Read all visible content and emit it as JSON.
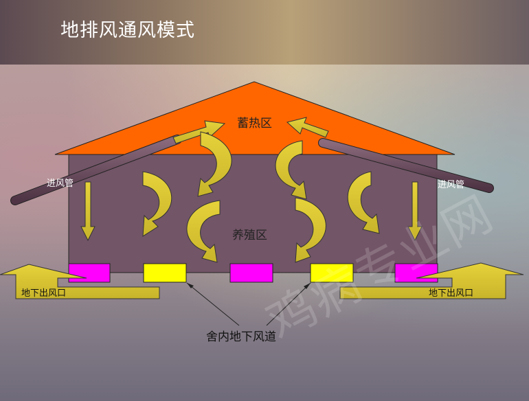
{
  "title": "地排风通风模式",
  "zones": {
    "heat_storage": "蓄热区",
    "breeding": "养殖区"
  },
  "labels": {
    "inlet_left": "进风管",
    "inlet_right": "进风管",
    "outlet_left": "地下出风口",
    "outlet_right": "地下出风口",
    "underground_duct": "舍内地下风道"
  },
  "watermark": "鸡病专业网",
  "colors": {
    "roof": "#ff6600",
    "house": "#725567",
    "vent_magenta": "#ff00ff",
    "vent_yellow": "#ffff00",
    "arrow": "#d4c030",
    "pipe": "#6a4a5c"
  }
}
